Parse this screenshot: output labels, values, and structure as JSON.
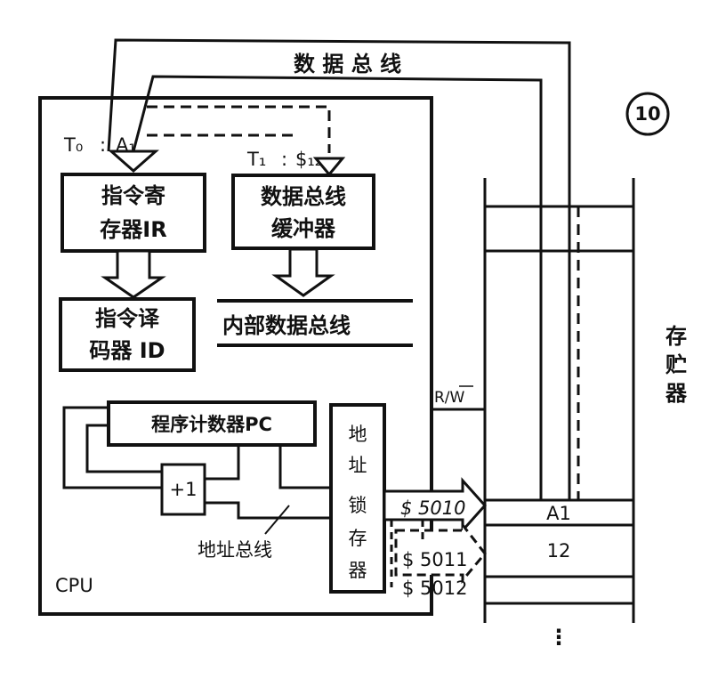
{
  "figure_number": "10",
  "data_bus": "数 据 总 线",
  "cpu": "CPU",
  "t0": "T₀",
  "t1": "T₁",
  "t0_content": "A₁",
  "t1_content": "$₁₂",
  "colon": ":",
  "ir": {
    "line1": "指令寄",
    "line2": "存器IR"
  },
  "buffer": {
    "line1": "数据总线",
    "line2": "缓冲器"
  },
  "id": {
    "line1": "指令译",
    "line2": "码器 ID"
  },
  "internal_bus": "内部数据总线",
  "pc": "程序计数器PC",
  "plus_one": "+1",
  "latch": [
    "地",
    "址",
    "锁",
    "存",
    "器"
  ],
  "address_bus": "地址总线",
  "rw": "R/W",
  "addresses": [
    "$ 5010",
    "$ 5011",
    "$ 5012"
  ],
  "memory": {
    "label": [
      "存",
      "贮",
      "器"
    ],
    "cells": [
      "A1",
      "12"
    ],
    "ellipsis": "⋮"
  }
}
